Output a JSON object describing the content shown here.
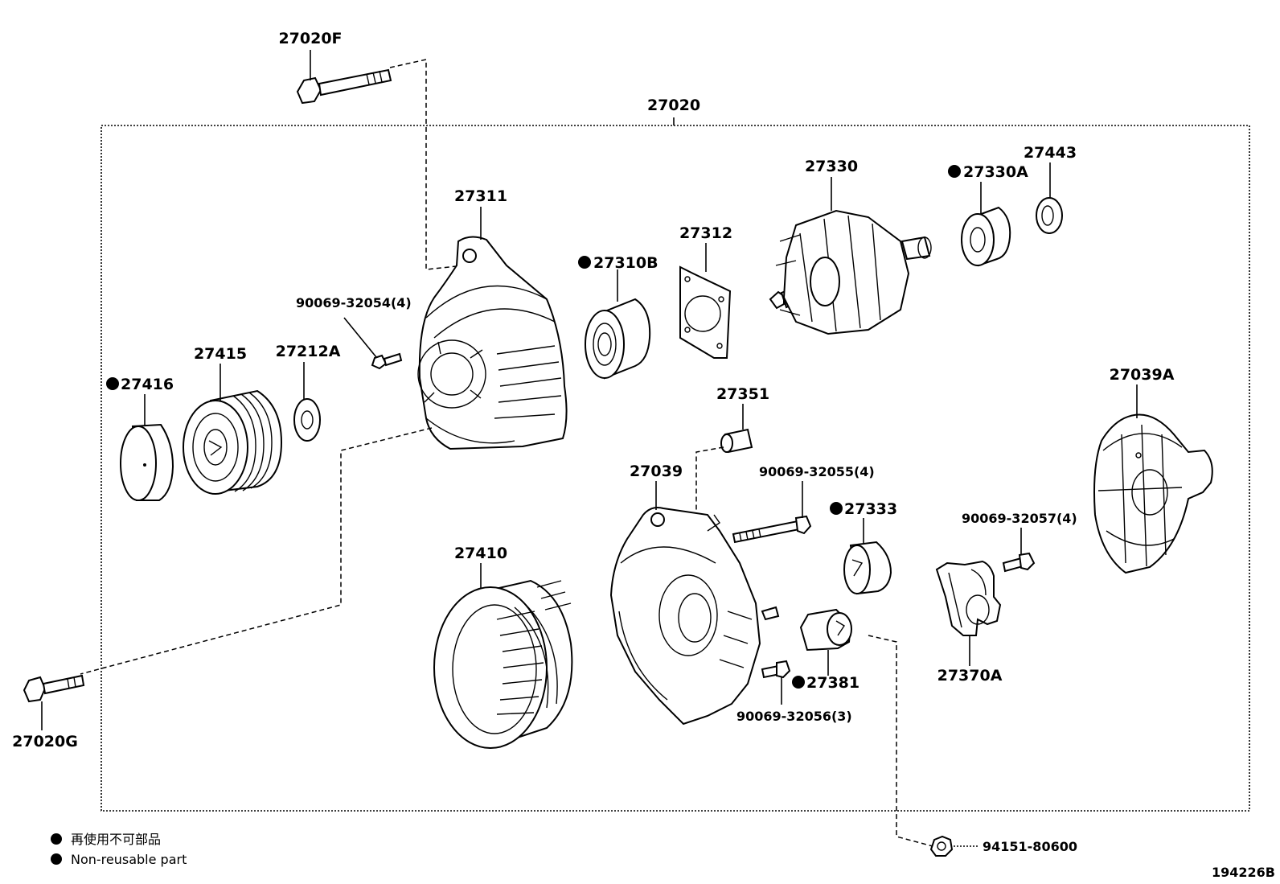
{
  "assembly_label": "27020",
  "figure_number": "194226B",
  "legend": {
    "marker": "●",
    "line_jp": "再使用不可部品",
    "line_en": "Non-reusable part"
  },
  "parts": [
    {
      "id": "p27020F",
      "label": "27020F",
      "non_reusable": false
    },
    {
      "id": "p27311",
      "label": "27311",
      "non_reusable": false
    },
    {
      "id": "p27310B",
      "label": "27310B",
      "non_reusable": true
    },
    {
      "id": "p27312",
      "label": "27312",
      "non_reusable": false
    },
    {
      "id": "p27330",
      "label": "27330",
      "non_reusable": false
    },
    {
      "id": "p27330A",
      "label": "27330A",
      "non_reusable": true
    },
    {
      "id": "p27443",
      "label": "27443",
      "non_reusable": false
    },
    {
      "id": "p90069_32054",
      "label": "90069-32054(4)",
      "non_reusable": false
    },
    {
      "id": "p27415",
      "label": "27415",
      "non_reusable": false
    },
    {
      "id": "p27212A",
      "label": "27212A",
      "non_reusable": false
    },
    {
      "id": "p27416",
      "label": "27416",
      "non_reusable": true
    },
    {
      "id": "p27351",
      "label": "27351",
      "non_reusable": false
    },
    {
      "id": "p27039A",
      "label": "27039A",
      "non_reusable": false
    },
    {
      "id": "p27039",
      "label": "27039",
      "non_reusable": false
    },
    {
      "id": "p90069_32055",
      "label": "90069-32055(4)",
      "non_reusable": false
    },
    {
      "id": "p27333",
      "label": "27333",
      "non_reusable": true
    },
    {
      "id": "p90069_32057",
      "label": "90069-32057(4)",
      "non_reusable": false
    },
    {
      "id": "p27410",
      "label": "27410",
      "non_reusable": false
    },
    {
      "id": "p27381",
      "label": "27381",
      "non_reusable": true
    },
    {
      "id": "p90069_32056",
      "label": "90069-32056(3)",
      "non_reusable": false
    },
    {
      "id": "p27370A",
      "label": "27370A",
      "non_reusable": false
    },
    {
      "id": "p27020G",
      "label": "27020G",
      "non_reusable": false
    },
    {
      "id": "p94151_80600",
      "label": "94151-80600",
      "non_reusable": false
    }
  ]
}
